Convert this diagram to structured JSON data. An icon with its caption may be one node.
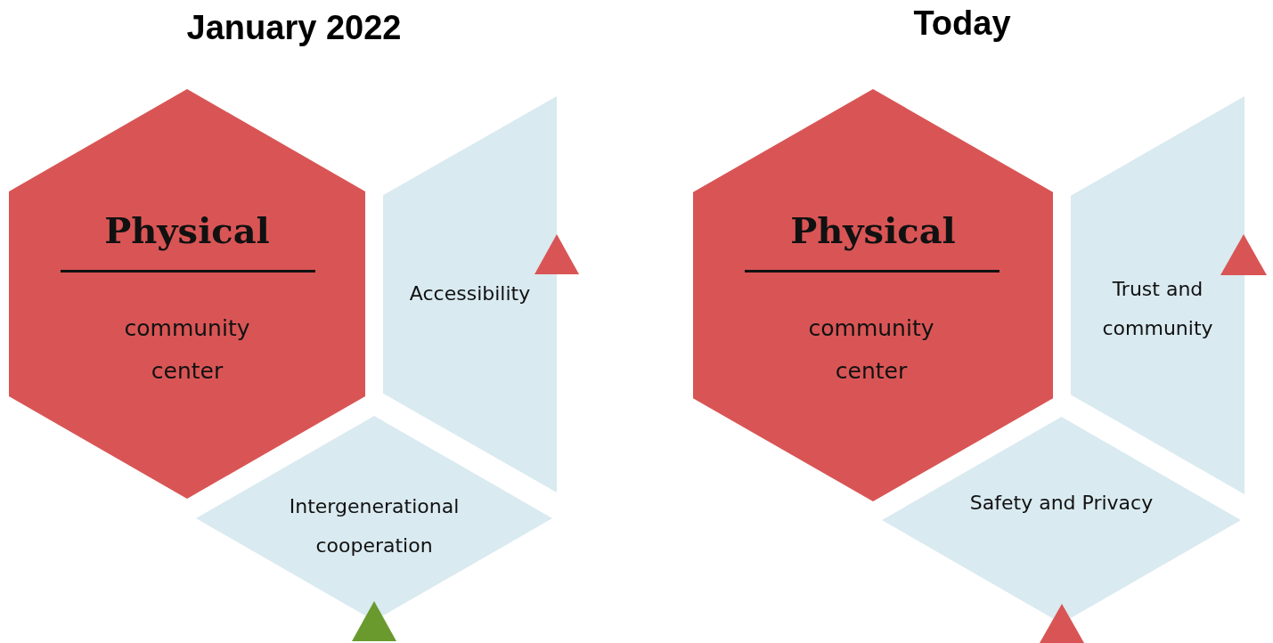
{
  "diagram": {
    "nodes": [
      {
        "text": [
          "Physical",
          "community center"
        ]
      },
      {
        "text": [
          "Accessibility"
        ]
      },
      {
        "text": [
          "Intergenerational cooperation"
        ]
      },
      {
        "text": [
          "Physical",
          "community center"
        ]
      },
      {
        "text": [
          "Trust and community"
        ]
      },
      {
        "text": [
          "Safety and Privacy"
        ]
      }
    ],
    "labels": [
      "January 2022",
      "Today"
    ]
  }
}
